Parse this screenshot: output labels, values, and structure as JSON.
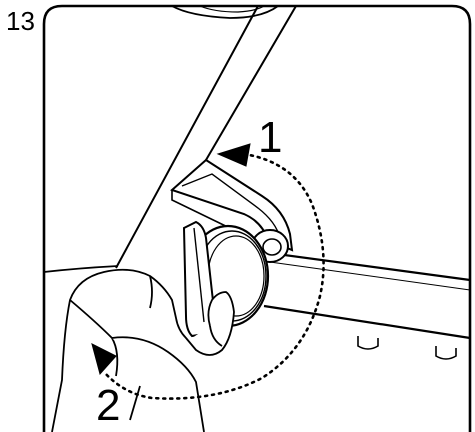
{
  "step": {
    "number": "13"
  },
  "callouts": {
    "first": "1",
    "second": "2"
  },
  "colors": {
    "line": "#000000",
    "fill": "#ffffff"
  },
  "icons": {
    "hand": "hand-icon",
    "rotation_arrow": "dotted-curved-arrow-icon"
  }
}
